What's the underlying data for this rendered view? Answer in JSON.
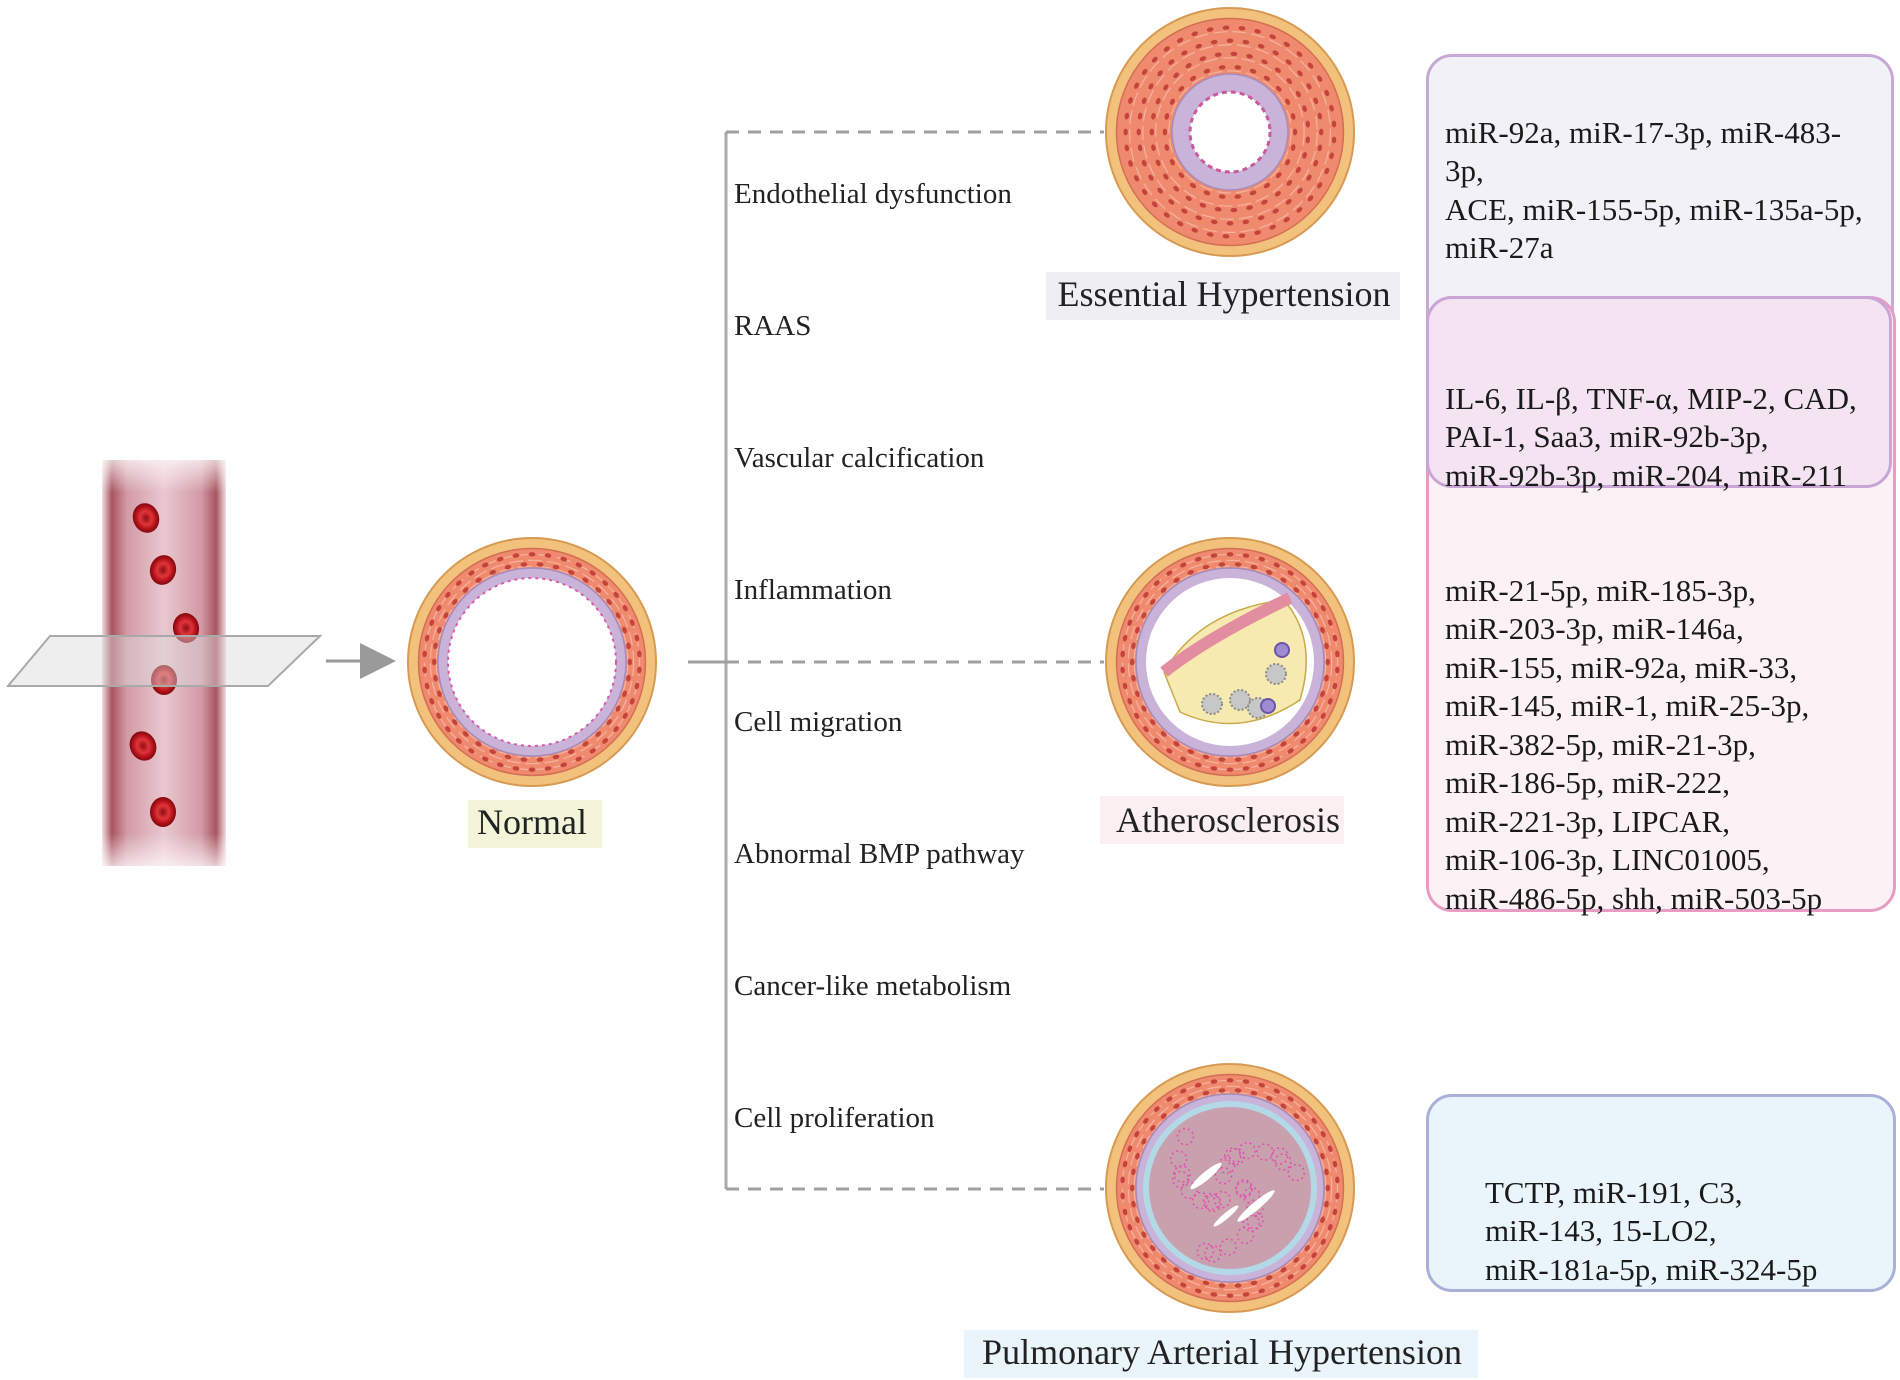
{
  "mechanisms": [
    "Endothelial dysfunction",
    "RAAS",
    "Vascular calcification",
    "Inflammation",
    "Cell migration",
    "Abnormal BMP pathway",
    "Cancer-like metabolism",
    "Cell proliferation"
  ],
  "conditions": {
    "normal": "Normal",
    "essential": "Essential Hypertension",
    "athero": "Atherosclerosis",
    "pah": "Pulmonary Arterial Hypertension"
  },
  "boxes": {
    "essential": "miR-92a, miR-17-3p, miR-483-3p,\nACE, miR-155-5p, miR-135a-5p,\nmiR-27a",
    "overlap": "IL-6, IL-β, TNF-α, MIP-2, CAD,\nPAI-1, Saa3, miR-92b-3p,\nmiR-92b-3p, miR-204, miR-211",
    "athero": "miR-21-5p, miR-185-3p,\nmiR-203-3p, miR-146a,\nmiR-155, miR-92a, miR-33,\nmiR-145, miR-1, miR-25-3p,\nmiR-382-5p, miR-21-3p,\nmiR-186-5p, miR-222,\nmiR-221-3p, LIPCAR,\nmiR-106-3p, LINC01005,\nmiR-486-5p, shh,  miR-503-5p",
    "pah": "TCTP, miR-191, C3,\nmiR-143, 15-LO2,\nmiR-181a-5p, miR-324-5p"
  },
  "colors": {
    "adventitia": "#f2c27c",
    "media": "#ef8a6e",
    "intima": "#c9b3d9",
    "blood_cell": "#c2141b",
    "connector": "#999999"
  }
}
